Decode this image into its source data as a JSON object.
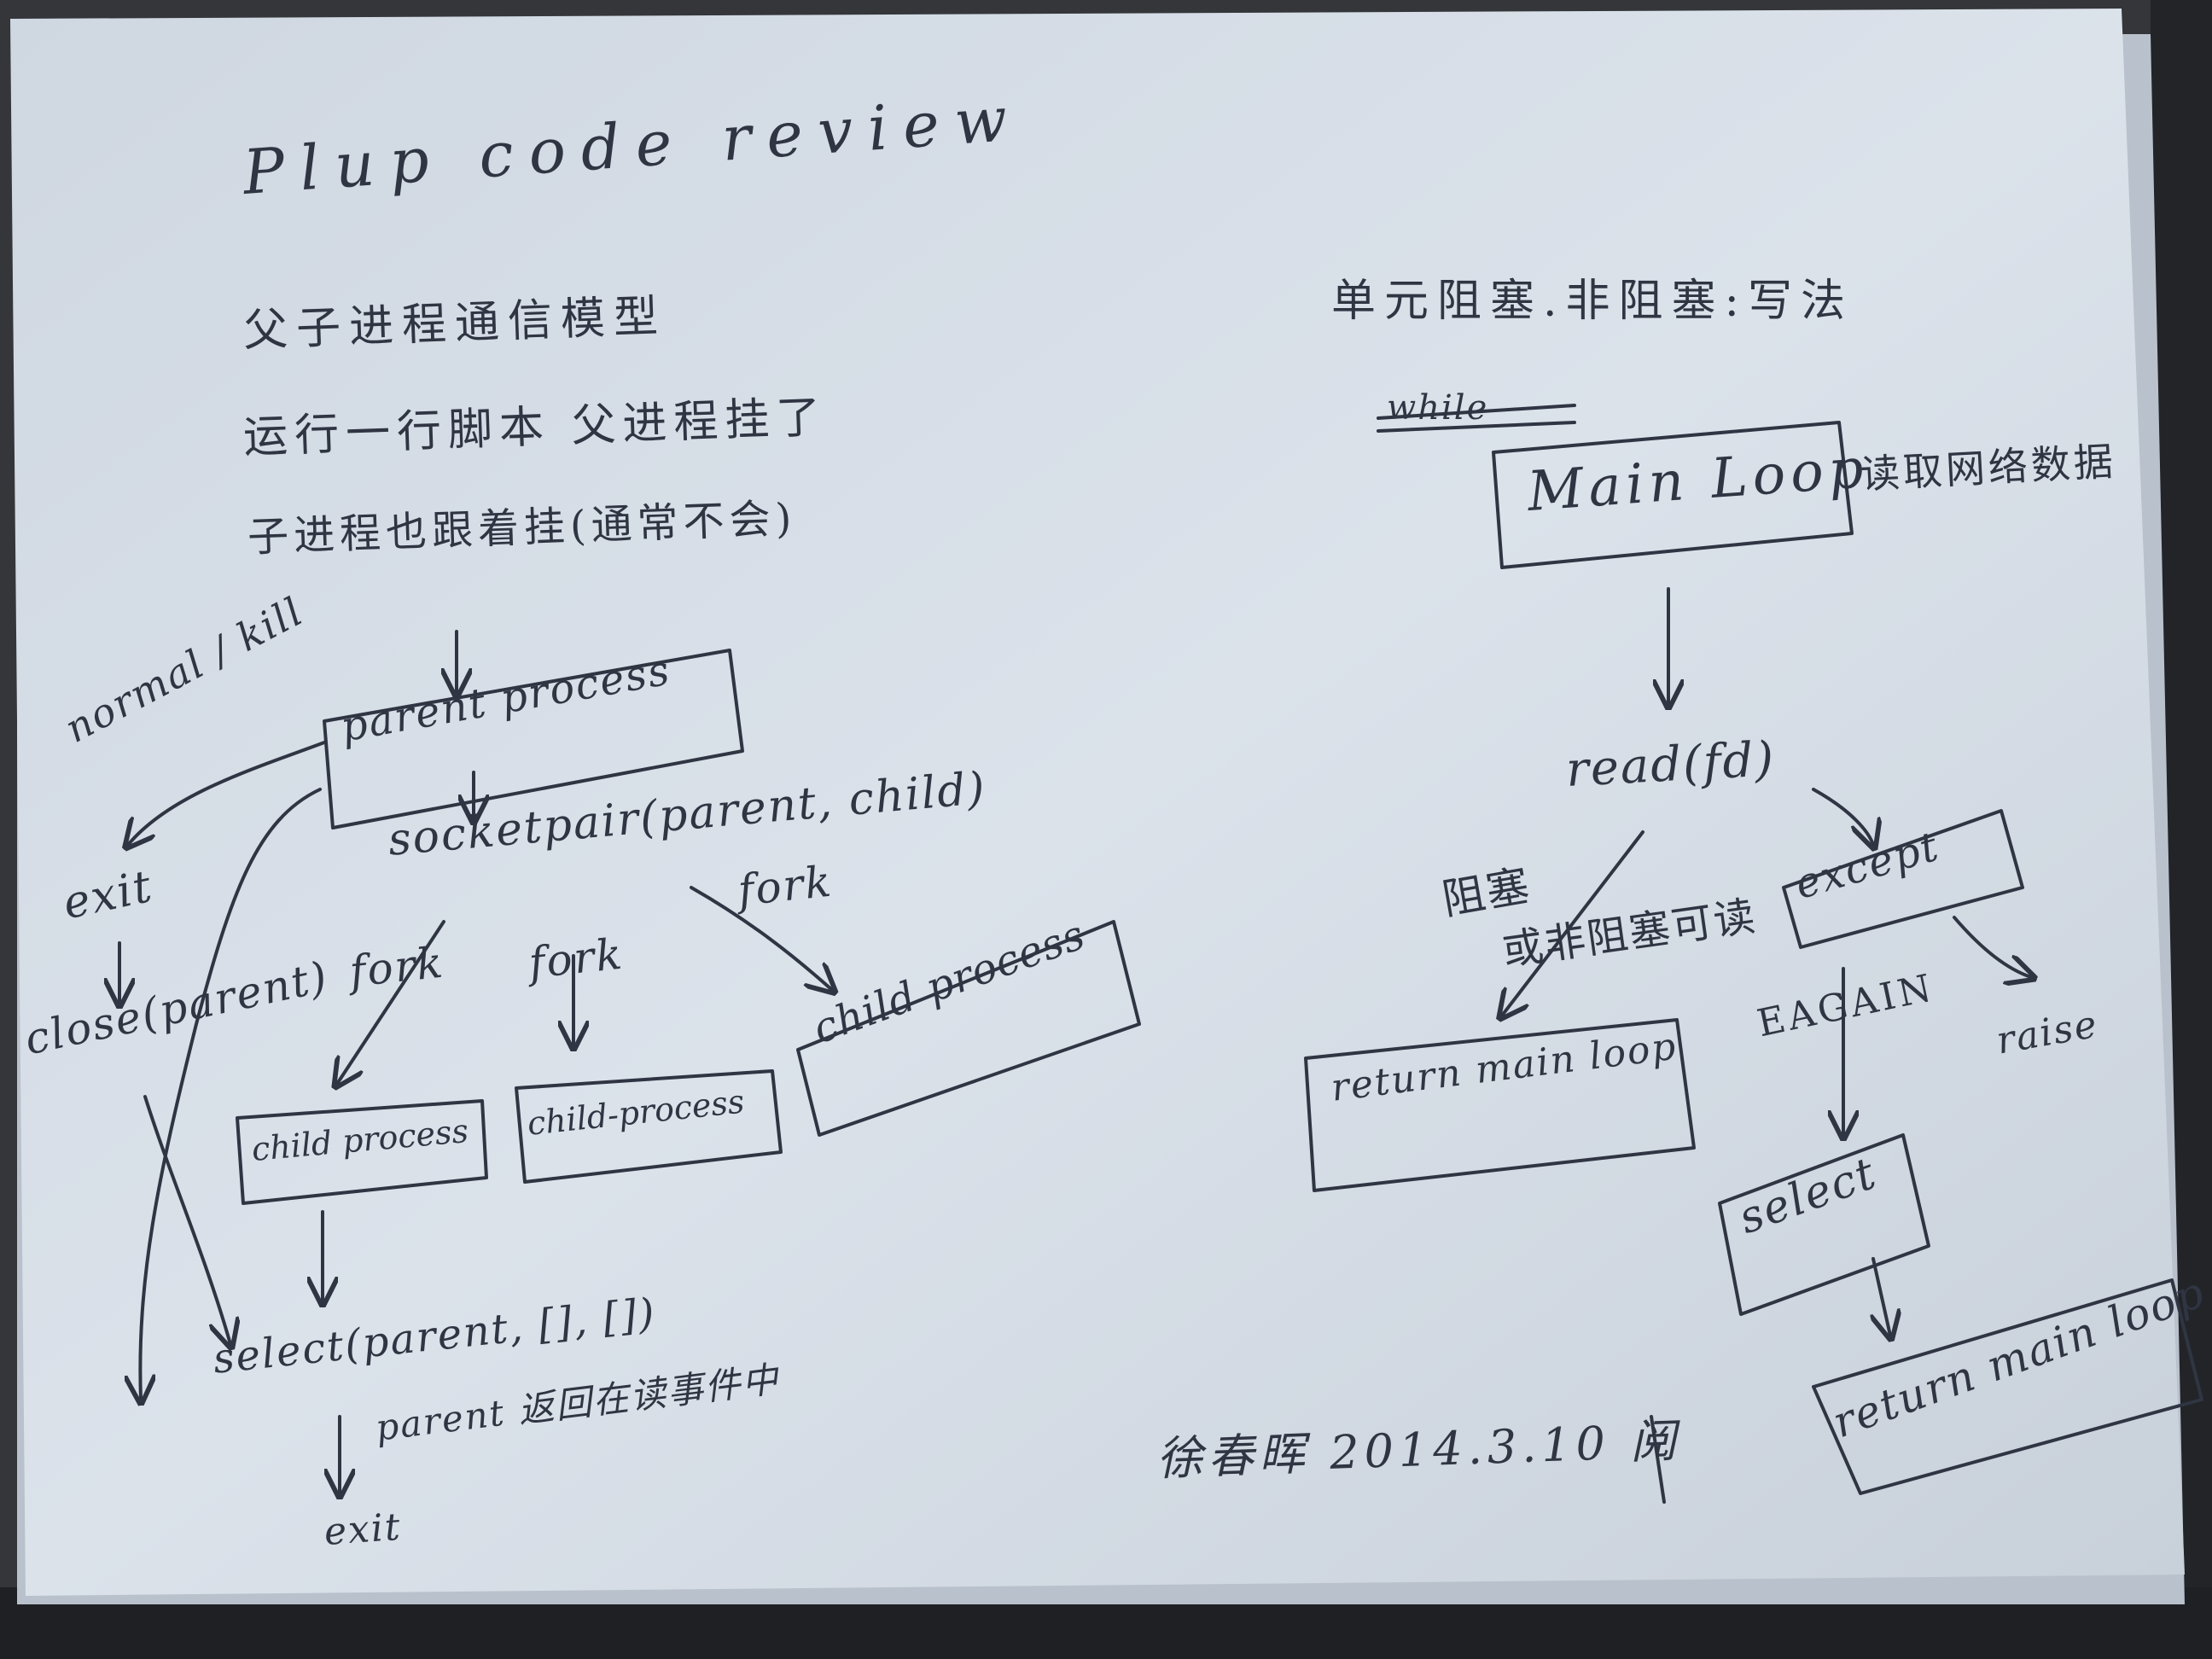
{
  "photo": {
    "description_colors": {
      "paper": "#d6dde6",
      "ink": "#2f3542",
      "background": "#3b3d40"
    }
  },
  "left_page": {
    "title": "Plup code review",
    "notes": [
      "父子进程通信模型",
      "运行一行脚本 父进程挂了",
      "子进程也跟着挂(通常不会)"
    ],
    "side_label": "normal / kill",
    "exit_label": "exit",
    "close_label": "close(parent)",
    "parent_box": "parent process",
    "socketpair_label": "socketpair(parent, child)",
    "fork_labels": [
      "fork",
      "fork",
      "fork"
    ],
    "child_boxes": [
      "child process",
      "child-process",
      "child process"
    ],
    "select_label": "select(parent, [], [])",
    "select_note": "parent 返回在读事件中",
    "bottom_exit": "exit"
  },
  "right_page": {
    "heading": "单元阻塞.非阻塞:写法",
    "struck_text": "while",
    "main_loop_box": "Main Loop",
    "main_loop_note": "读取网络数据",
    "read_label": "read(fd)",
    "blocking_note_1": "阻塞",
    "blocking_note_2": "或非阻塞可读",
    "except_box": "except",
    "eagain_label": "EAGAIN",
    "raise_label": "raise",
    "return_box_left": "return main loop",
    "select_box": "select",
    "return_box_right": "return main loop",
    "signature": "徐春晖 2014.3.10 阅"
  }
}
